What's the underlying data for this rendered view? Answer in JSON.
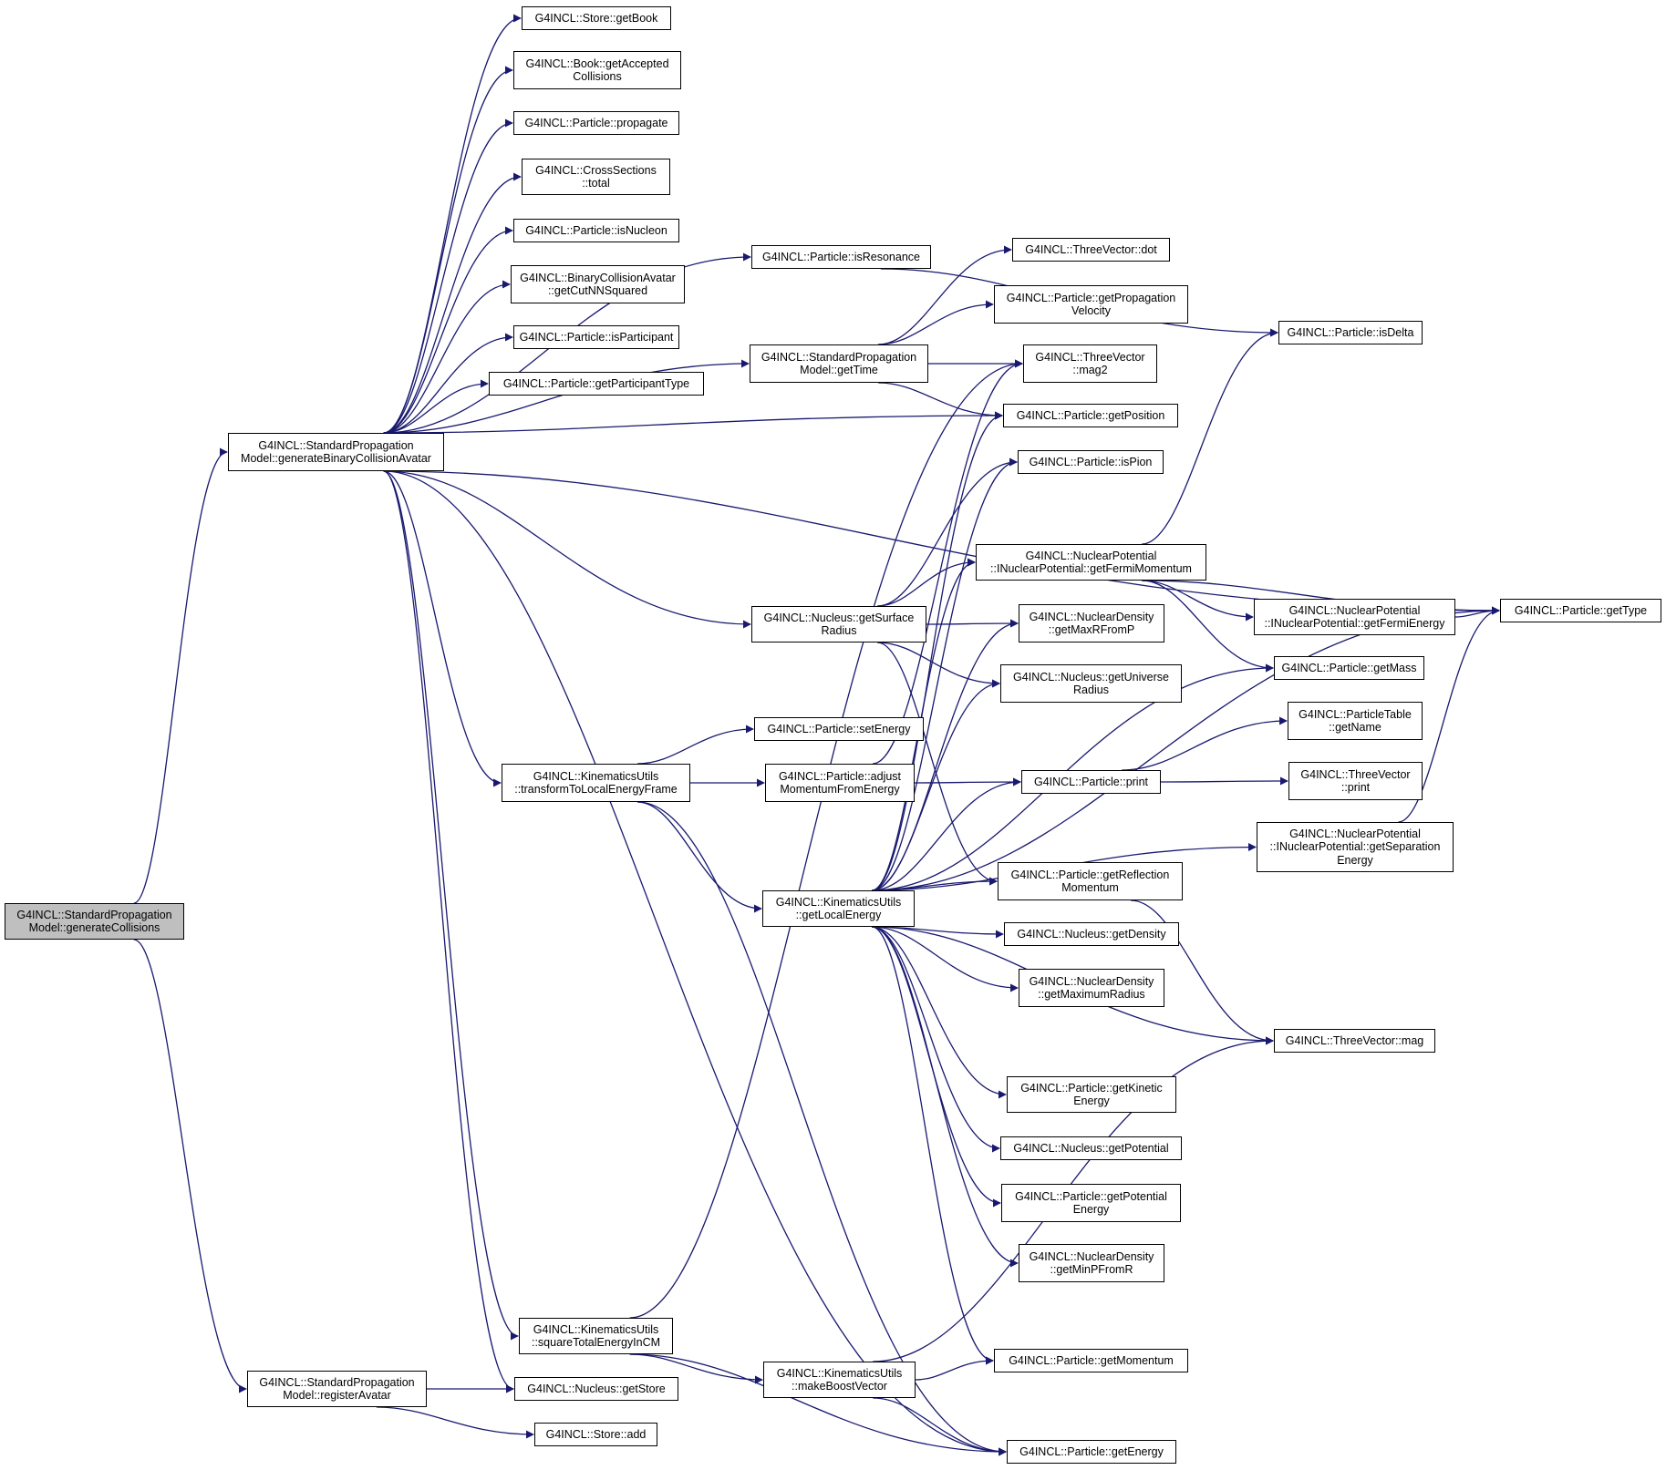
{
  "colors": {
    "edge": "#191970",
    "node_border": "#000000",
    "node_fill": "#ffffff",
    "root_fill": "#bfbfbf",
    "background": "#ffffff"
  },
  "root_node": "generate-collisions",
  "nodes": [
    {
      "id": "generate-collisions",
      "label": "G4INCL::StandardPropagation\nModel::generateCollisions"
    },
    {
      "id": "generate-binary-collision-avatar",
      "label": "G4INCL::StandardPropagation\nModel::generateBinaryCollisionAvatar"
    },
    {
      "id": "register-avatar",
      "label": "G4INCL::StandardPropagation\nModel::registerAvatar"
    },
    {
      "id": "store-get-book",
      "label": "G4INCL::Store::getBook"
    },
    {
      "id": "book-get-accepted-collisions",
      "label": "G4INCL::Book::getAccepted\nCollisions"
    },
    {
      "id": "particle-propagate",
      "label": "G4INCL::Particle::propagate"
    },
    {
      "id": "cross-sections-total",
      "label": "G4INCL::CrossSections\n::total"
    },
    {
      "id": "particle-is-nucleon",
      "label": "G4INCL::Particle::isNucleon"
    },
    {
      "id": "binary-collision-avatar-get-cut-nn-squared",
      "label": "G4INCL::BinaryCollisionAvatar\n::getCutNNSquared"
    },
    {
      "id": "particle-is-participant",
      "label": "G4INCL::Particle::isParticipant"
    },
    {
      "id": "particle-get-participant-type",
      "label": "G4INCL::Particle::getParticipantType"
    },
    {
      "id": "particle-is-resonance",
      "label": "G4INCL::Particle::isResonance"
    },
    {
      "id": "standard-propagation-model-get-time",
      "label": "G4INCL::StandardPropagation\nModel::getTime"
    },
    {
      "id": "nucleus-get-surface-radius",
      "label": "G4INCL::Nucleus::getSurface\nRadius"
    },
    {
      "id": "particle-set-energy",
      "label": "G4INCL::Particle::setEnergy"
    },
    {
      "id": "kinematics-utils-transform-to-local-energy-frame",
      "label": "G4INCL::KinematicsUtils\n::transformToLocalEnergyFrame"
    },
    {
      "id": "particle-adjust-momentum-from-energy",
      "label": "G4INCL::Particle::adjust\nMomentumFromEnergy"
    },
    {
      "id": "kinematics-utils-get-local-energy",
      "label": "G4INCL::KinematicsUtils\n::getLocalEnergy"
    },
    {
      "id": "kinematics-utils-square-total-energy-in-cm",
      "label": "G4INCL::KinematicsUtils\n::squareTotalEnergyInCM"
    },
    {
      "id": "nucleus-get-store",
      "label": "G4INCL::Nucleus::getStore"
    },
    {
      "id": "store-add",
      "label": "G4INCL::Store::add"
    },
    {
      "id": "kinematics-utils-make-boost-vector",
      "label": "G4INCL::KinematicsUtils\n::makeBoostVector"
    },
    {
      "id": "three-vector-dot",
      "label": "G4INCL::ThreeVector::dot"
    },
    {
      "id": "particle-get-propagation-velocity",
      "label": "G4INCL::Particle::getPropagation\nVelocity"
    },
    {
      "id": "three-vector-mag2",
      "label": "G4INCL::ThreeVector\n::mag2"
    },
    {
      "id": "particle-get-position",
      "label": "G4INCL::Particle::getPosition"
    },
    {
      "id": "particle-is-pion",
      "label": "G4INCL::Particle::isPion"
    },
    {
      "id": "inuclear-potential-get-fermi-momentum",
      "label": "G4INCL::NuclearPotential\n::INuclearPotential::getFermiMomentum"
    },
    {
      "id": "nuclear-density-get-max-r-from-p",
      "label": "G4INCL::NuclearDensity\n::getMaxRFromP"
    },
    {
      "id": "nucleus-get-universe-radius",
      "label": "G4INCL::Nucleus::getUniverse\nRadius"
    },
    {
      "id": "particle-print",
      "label": "G4INCL::Particle::print"
    },
    {
      "id": "particle-get-reflection-momentum",
      "label": "G4INCL::Particle::getReflection\nMomentum"
    },
    {
      "id": "nucleus-get-density",
      "label": "G4INCL::Nucleus::getDensity"
    },
    {
      "id": "nuclear-density-get-maximum-radius",
      "label": "G4INCL::NuclearDensity\n::getMaximumRadius"
    },
    {
      "id": "particle-get-kinetic-energy",
      "label": "G4INCL::Particle::getKinetic\nEnergy"
    },
    {
      "id": "nucleus-get-potential",
      "label": "G4INCL::Nucleus::getPotential"
    },
    {
      "id": "particle-get-potential-energy",
      "label": "G4INCL::Particle::getPotential\nEnergy"
    },
    {
      "id": "nuclear-density-get-min-p-from-r",
      "label": "G4INCL::NuclearDensity\n::getMinPFromR"
    },
    {
      "id": "particle-get-momentum",
      "label": "G4INCL::Particle::getMomentum"
    },
    {
      "id": "particle-get-energy",
      "label": "G4INCL::Particle::getEnergy"
    },
    {
      "id": "particle-is-delta",
      "label": "G4INCL::Particle::isDelta"
    },
    {
      "id": "inuclear-potential-get-fermi-energy",
      "label": "G4INCL::NuclearPotential\n::INuclearPotential::getFermiEnergy"
    },
    {
      "id": "particle-get-mass",
      "label": "G4INCL::Particle::getMass"
    },
    {
      "id": "particle-table-get-name",
      "label": "G4INCL::ParticleTable\n::getName"
    },
    {
      "id": "three-vector-print",
      "label": "G4INCL::ThreeVector\n::print"
    },
    {
      "id": "inuclear-potential-get-separation-energy",
      "label": "G4INCL::NuclearPotential\n::INuclearPotential::getSeparation\nEnergy"
    },
    {
      "id": "three-vector-mag",
      "label": "G4INCL::ThreeVector::mag"
    },
    {
      "id": "particle-get-type",
      "label": "G4INCL::Particle::getType"
    }
  ],
  "edges": [
    {
      "from": "generate-collisions",
      "to": "generate-binary-collision-avatar"
    },
    {
      "from": "generate-collisions",
      "to": "register-avatar"
    },
    {
      "from": "generate-binary-collision-avatar",
      "to": "store-get-book"
    },
    {
      "from": "generate-binary-collision-avatar",
      "to": "book-get-accepted-collisions"
    },
    {
      "from": "generate-binary-collision-avatar",
      "to": "particle-propagate"
    },
    {
      "from": "generate-binary-collision-avatar",
      "to": "cross-sections-total"
    },
    {
      "from": "generate-binary-collision-avatar",
      "to": "particle-is-nucleon"
    },
    {
      "from": "generate-binary-collision-avatar",
      "to": "binary-collision-avatar-get-cut-nn-squared"
    },
    {
      "from": "generate-binary-collision-avatar",
      "to": "particle-is-participant"
    },
    {
      "from": "generate-binary-collision-avatar",
      "to": "particle-get-participant-type"
    },
    {
      "from": "generate-binary-collision-avatar",
      "to": "particle-is-resonance"
    },
    {
      "from": "generate-binary-collision-avatar",
      "to": "standard-propagation-model-get-time"
    },
    {
      "from": "generate-binary-collision-avatar",
      "to": "particle-get-position"
    },
    {
      "from": "generate-binary-collision-avatar",
      "to": "particle-get-type"
    },
    {
      "from": "generate-binary-collision-avatar",
      "to": "nucleus-get-surface-radius"
    },
    {
      "from": "generate-binary-collision-avatar",
      "to": "kinematics-utils-transform-to-local-energy-frame"
    },
    {
      "from": "generate-binary-collision-avatar",
      "to": "particle-get-energy"
    },
    {
      "from": "generate-binary-collision-avatar",
      "to": "kinematics-utils-square-total-energy-in-cm"
    },
    {
      "from": "generate-binary-collision-avatar",
      "to": "nucleus-get-store"
    },
    {
      "from": "register-avatar",
      "to": "nucleus-get-store"
    },
    {
      "from": "register-avatar",
      "to": "store-add"
    },
    {
      "from": "particle-is-resonance",
      "to": "particle-is-delta"
    },
    {
      "from": "standard-propagation-model-get-time",
      "to": "three-vector-dot"
    },
    {
      "from": "standard-propagation-model-get-time",
      "to": "particle-get-propagation-velocity"
    },
    {
      "from": "standard-propagation-model-get-time",
      "to": "three-vector-mag2"
    },
    {
      "from": "standard-propagation-model-get-time",
      "to": "particle-get-position"
    },
    {
      "from": "nucleus-get-surface-radius",
      "to": "particle-is-pion"
    },
    {
      "from": "nucleus-get-surface-radius",
      "to": "inuclear-potential-get-fermi-momentum"
    },
    {
      "from": "nucleus-get-surface-radius",
      "to": "nuclear-density-get-max-r-from-p"
    },
    {
      "from": "nucleus-get-surface-radius",
      "to": "nucleus-get-universe-radius"
    },
    {
      "from": "nucleus-get-surface-radius",
      "to": "particle-get-reflection-momentum"
    },
    {
      "from": "kinematics-utils-transform-to-local-energy-frame",
      "to": "particle-set-energy"
    },
    {
      "from": "kinematics-utils-transform-to-local-energy-frame",
      "to": "particle-adjust-momentum-from-energy"
    },
    {
      "from": "kinematics-utils-transform-to-local-energy-frame",
      "to": "kinematics-utils-get-local-energy"
    },
    {
      "from": "kinematics-utils-transform-to-local-energy-frame",
      "to": "particle-get-energy"
    },
    {
      "from": "particle-adjust-momentum-from-energy",
      "to": "three-vector-mag2"
    },
    {
      "from": "particle-adjust-momentum-from-energy",
      "to": "particle-print"
    },
    {
      "from": "kinematics-utils-get-local-energy",
      "to": "particle-get-position"
    },
    {
      "from": "kinematics-utils-get-local-energy",
      "to": "particle-is-pion"
    },
    {
      "from": "kinematics-utils-get-local-energy",
      "to": "inuclear-potential-get-fermi-momentum"
    },
    {
      "from": "kinematics-utils-get-local-energy",
      "to": "nuclear-density-get-max-r-from-p"
    },
    {
      "from": "kinematics-utils-get-local-energy",
      "to": "nucleus-get-universe-radius"
    },
    {
      "from": "kinematics-utils-get-local-energy",
      "to": "particle-get-mass"
    },
    {
      "from": "kinematics-utils-get-local-energy",
      "to": "particle-print"
    },
    {
      "from": "kinematics-utils-get-local-energy",
      "to": "inuclear-potential-get-separation-energy"
    },
    {
      "from": "kinematics-utils-get-local-energy",
      "to": "particle-get-reflection-momentum"
    },
    {
      "from": "kinematics-utils-get-local-energy",
      "to": "nucleus-get-density"
    },
    {
      "from": "kinematics-utils-get-local-energy",
      "to": "nuclear-density-get-maximum-radius"
    },
    {
      "from": "kinematics-utils-get-local-energy",
      "to": "three-vector-mag"
    },
    {
      "from": "kinematics-utils-get-local-energy",
      "to": "particle-get-kinetic-energy"
    },
    {
      "from": "kinematics-utils-get-local-energy",
      "to": "nucleus-get-potential"
    },
    {
      "from": "kinematics-utils-get-local-energy",
      "to": "particle-get-potential-energy"
    },
    {
      "from": "kinematics-utils-get-local-energy",
      "to": "nuclear-density-get-min-p-from-r"
    },
    {
      "from": "kinematics-utils-get-local-energy",
      "to": "particle-get-type"
    },
    {
      "from": "kinematics-utils-get-local-energy",
      "to": "particle-get-momentum"
    },
    {
      "from": "kinematics-utils-square-total-energy-in-cm",
      "to": "three-vector-mag2"
    },
    {
      "from": "kinematics-utils-square-total-energy-in-cm",
      "to": "kinematics-utils-make-boost-vector"
    },
    {
      "from": "kinematics-utils-square-total-energy-in-cm",
      "to": "particle-get-energy"
    },
    {
      "from": "kinematics-utils-make-boost-vector",
      "to": "particle-get-momentum"
    },
    {
      "from": "kinematics-utils-make-boost-vector",
      "to": "particle-get-energy"
    },
    {
      "from": "kinematics-utils-make-boost-vector",
      "to": "three-vector-mag"
    },
    {
      "from": "inuclear-potential-get-fermi-momentum",
      "to": "particle-is-delta"
    },
    {
      "from": "inuclear-potential-get-fermi-momentum",
      "to": "particle-get-type"
    },
    {
      "from": "inuclear-potential-get-fermi-momentum",
      "to": "inuclear-potential-get-fermi-energy"
    },
    {
      "from": "inuclear-potential-get-fermi-momentum",
      "to": "particle-get-mass"
    },
    {
      "from": "inuclear-potential-get-fermi-energy",
      "to": "particle-get-type"
    },
    {
      "from": "particle-print",
      "to": "particle-table-get-name"
    },
    {
      "from": "particle-print",
      "to": "three-vector-print"
    },
    {
      "from": "inuclear-potential-get-separation-energy",
      "to": "particle-get-type"
    },
    {
      "from": "particle-get-reflection-momentum",
      "to": "three-vector-mag"
    }
  ]
}
